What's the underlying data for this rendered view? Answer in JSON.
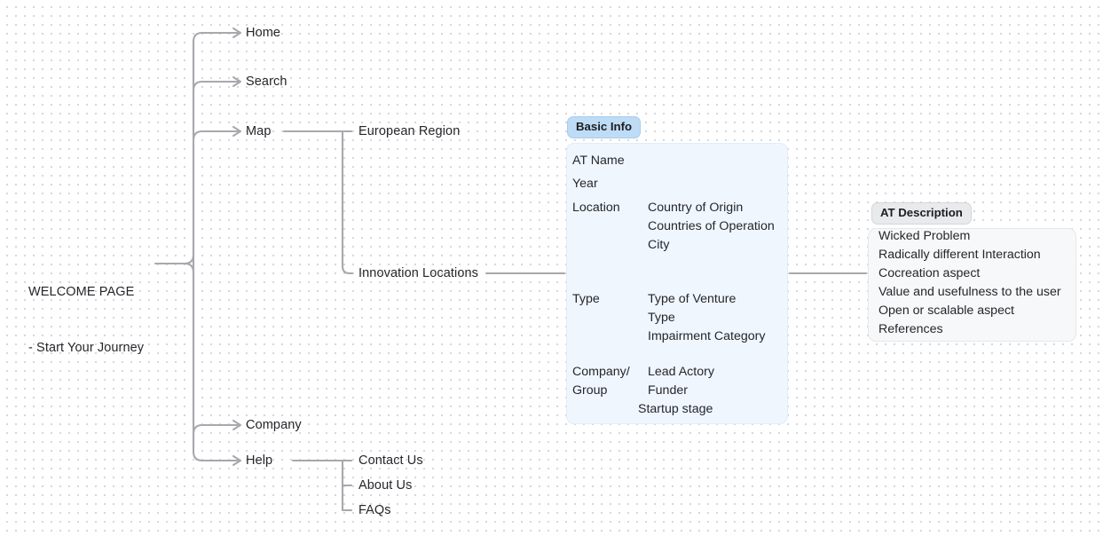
{
  "diagram": {
    "title": "WELCOME PAGE - Start Your Journey",
    "colors": {
      "wire": "#a8a8ad",
      "text": "#26262b",
      "basic_info_badge_bg": "#bedcf5",
      "basic_info_panel_bg": "#eff6fd",
      "at_description_badge_bg": "#e9eaec",
      "at_description_panel_bg": "#f7f8f9",
      "canvas_bg": "#ffffff",
      "dot_grid": "#c9c9d1"
    }
  },
  "root": {
    "line1": "WELCOME PAGE",
    "line2": "- Start Your Journey"
  },
  "primary_nodes": [
    {
      "label": "Home"
    },
    {
      "label": "Search"
    },
    {
      "label": "Map"
    },
    {
      "label": "Company"
    },
    {
      "label": "Help"
    }
  ],
  "map_children": [
    {
      "label": "European Region"
    },
    {
      "label": "Innovation Locations"
    }
  ],
  "help_children": [
    {
      "label": "Contact Us"
    },
    {
      "label": "About Us"
    },
    {
      "label": "FAQs"
    }
  ],
  "basic_info": {
    "badge": "Basic Info",
    "rows": [
      {
        "key": "AT Name",
        "values": []
      },
      {
        "key": "Year",
        "values": []
      },
      {
        "key": "Location",
        "values": [
          "Country of Origin",
          "Countries of Operation",
          "City"
        ]
      },
      {
        "key": "Type",
        "values": [
          "Type of Venture",
          "Type",
          "Impairment Category"
        ]
      },
      {
        "key": "Company/\nGroup",
        "values": [
          "Lead Actory",
          "Funder",
          "Startup stage"
        ]
      }
    ],
    "flat_keys": [
      "AT Name",
      "Year",
      "Location",
      "Type",
      "Company/",
      "Group"
    ],
    "flat_values": [
      "Country of Origin",
      "Countries of Operation",
      "City",
      "Type of Venture",
      "Type",
      "Impairment Category",
      "Lead Actory",
      "Funder",
      "Startup stage"
    ]
  },
  "at_description": {
    "badge": "AT Description",
    "items": [
      "Wicked Problem",
      "Radically different Interaction",
      "Cocreation aspect",
      "Value and usefulness to the user",
      "Open or scalable aspect",
      "References"
    ]
  }
}
